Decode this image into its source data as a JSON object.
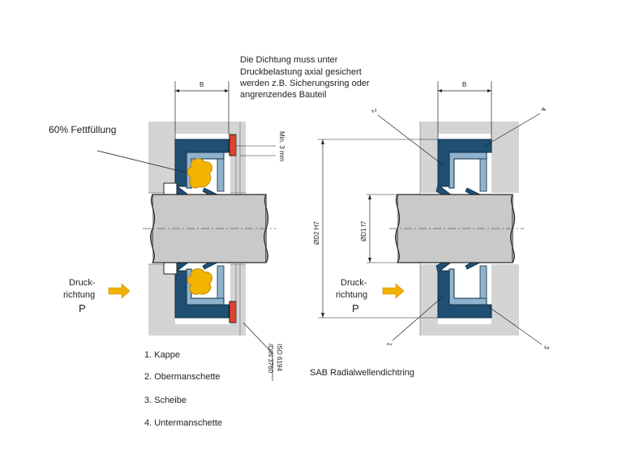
{
  "note": {
    "line1": "Die Dichtung muss unter",
    "line2": "Druckbelastung axial gesichert",
    "line3": "werden z.B. Sicherungsring oder",
    "line4": "angrenzendes Bauteil"
  },
  "fill_label": "60% Fettfüllung",
  "dims": {
    "width_b": "B",
    "min_gap": "Min. 3 mm",
    "bore": "ØD2 H7",
    "shaft": "ØD1 f7"
  },
  "pressure": {
    "line1": "Druck-",
    "line2": "richtung",
    "symbol": "P"
  },
  "standard": {
    "line1": "ISO 6194",
    "line2": "/DIN 3760"
  },
  "legend": {
    "items": [
      "1. Kappe",
      "2. Obermanschette",
      "3. Scheibe",
      "4. Untermanschette"
    ]
  },
  "caption": "SAB Radialwellendichtring",
  "callouts": {
    "c1": "1",
    "c2": "2",
    "c3": "3",
    "c4": "4"
  },
  "colors": {
    "housing": "#d4d4d4",
    "seal_dark": "#1f4f73",
    "seal_light": "#8fb3cd",
    "shaft": "#c9c9c9",
    "grease": "#f2b400",
    "ring": "#e0432b",
    "arrow": "#f2b000"
  }
}
